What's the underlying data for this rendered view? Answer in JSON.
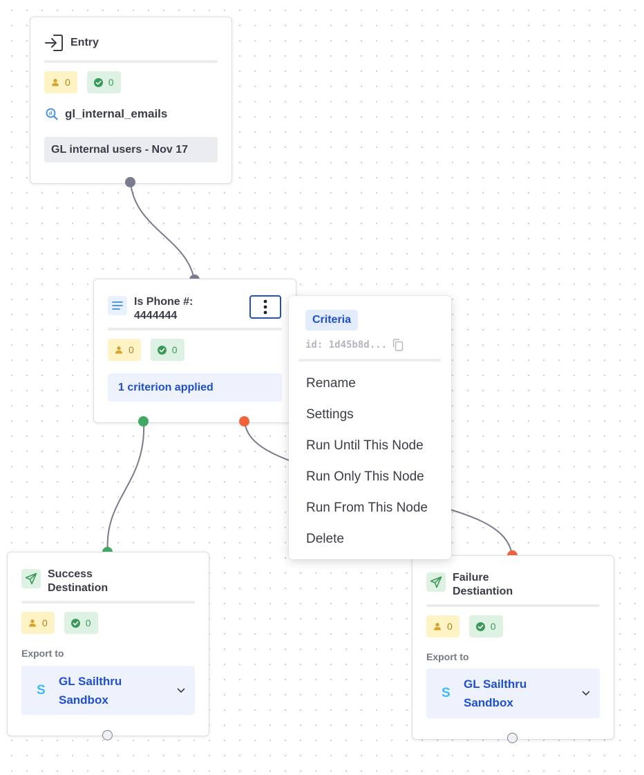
{
  "nodes": {
    "entry": {
      "title": "Entry",
      "users_count": "0",
      "success_count": "0",
      "source_name": "gl_internal_emails",
      "audience_label": "GL internal users - Nov 17"
    },
    "criteria": {
      "title_line1": "Is Phone #:",
      "title_line2": "4444444",
      "users_count": "0",
      "success_count": "0",
      "criteria_summary": "1 criterion applied"
    },
    "success": {
      "title_line1": "Success",
      "title_line2": "Destination",
      "users_count": "0",
      "success_count": "0",
      "export_label": "Export to",
      "destination_letter": "S",
      "destination_line1": "GL Sailthru",
      "destination_line2": "Sandbox"
    },
    "failure": {
      "title_line1": "Failure",
      "title_line2": "Destiantion",
      "users_count": "0",
      "success_count": "0",
      "export_label": "Export to",
      "destination_letter": "S",
      "destination_line1": "GL Sailthru",
      "destination_line2": "Sandbox"
    }
  },
  "context_menu": {
    "type_badge": "Criteria",
    "node_id": "id: 1d45b8d...",
    "items": [
      "Rename",
      "Settings",
      "Run Until This Node",
      "Run Only This Node",
      "Run From This Node",
      "Delete"
    ]
  },
  "colors": {
    "edge": "#7a7b8d",
    "success_handle": "#43a866",
    "failure_handle": "#f0643c",
    "neutral_handle": "#7a7b8d",
    "accent_blue": "#1f4fcc"
  },
  "icons": {
    "entry": "login-arrow-icon",
    "source": "query-search-icon",
    "criteria": "filter-lines-icon",
    "destination": "send-plane-icon",
    "users": "user-icon",
    "success": "check-circle-icon",
    "menu": "more-vertical-icon",
    "copy": "copy-icon",
    "chevron": "chevron-down-icon"
  }
}
